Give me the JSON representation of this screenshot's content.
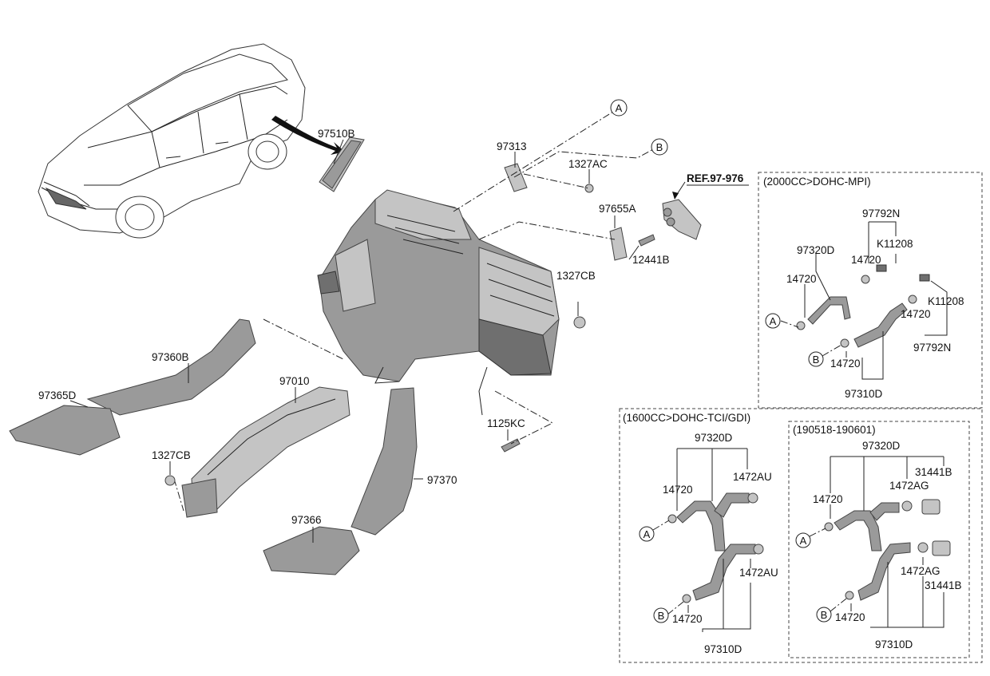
{
  "callouts": {
    "p97510B": "97510B",
    "p97313": "97313",
    "p1327AC": "1327AC",
    "ref": "REF.97-976",
    "p97655A": "97655A",
    "p12441B": "12441B",
    "p1327CB_a": "1327CB",
    "p97360B": "97360B",
    "p97365D": "97365D",
    "p97010": "97010",
    "p1327CB_b": "1327CB",
    "p1125KC": "1125KC",
    "p97370": "97370",
    "p97366": "97366",
    "circA": "A",
    "circB": "B"
  },
  "box_mpi": {
    "title": "(2000CC>DOHC-MPI)",
    "labels": {
      "p97792N_top": "97792N",
      "pK11208_top": "K11208",
      "p97320D": "97320D",
      "p14720_a": "14720",
      "p14720_b": "14720",
      "pK11208_r": "K11208",
      "p14720_c": "14720",
      "p97792N_r": "97792N",
      "p14720_d": "14720",
      "p97310D": "97310D",
      "circA": "A",
      "circB": "B"
    }
  },
  "box_tci": {
    "title": "(1600CC>DOHC-TCI/GDI)",
    "labels": {
      "p97320D": "97320D",
      "p14720_a": "14720",
      "p1472AU_a": "1472AU",
      "p1472AU_b": "1472AU",
      "p14720_b": "14720",
      "p97310D": "97310D",
      "circA": "A",
      "circB": "B"
    }
  },
  "box_date": {
    "title": "(190518-190601)",
    "labels": {
      "p97320D": "97320D",
      "p31441B_a": "31441B",
      "p1472AG_a": "1472AG",
      "p14720_a": "14720",
      "p1472AG_b": "1472AG",
      "p31441B_b": "31441B",
      "p14720_b": "14720",
      "p97310D": "97310D",
      "circA": "A",
      "circB": "B"
    }
  }
}
